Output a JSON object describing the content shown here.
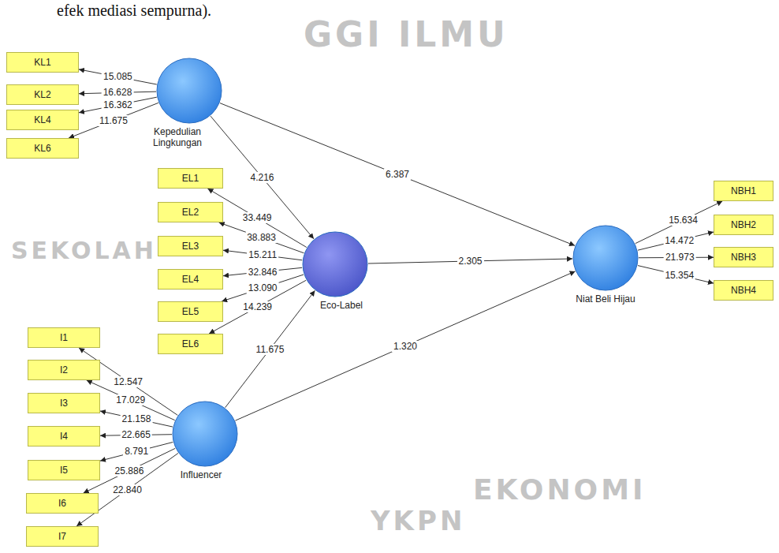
{
  "diagram": {
    "nodes": [
      {
        "text": [
          "KL1"
        ]
      },
      {
        "text": [
          "KL2"
        ]
      },
      {
        "text": [
          "KL4"
        ]
      },
      {
        "text": [
          "KL6"
        ]
      },
      {
        "text": [
          "Kepedulian Lingkungan"
        ]
      },
      {
        "text": [
          "EL1"
        ]
      },
      {
        "text": [
          "EL2"
        ]
      },
      {
        "text": [
          "EL3"
        ]
      },
      {
        "text": [
          "EL4"
        ]
      },
      {
        "text": [
          "EL5"
        ]
      },
      {
        "text": [
          "EL6"
        ]
      },
      {
        "text": [
          "Eco-Label"
        ]
      },
      {
        "text": [
          "Niat Beli Hijau"
        ]
      },
      {
        "text": [
          "NBH1"
        ]
      },
      {
        "text": [
          "NBH2"
        ]
      },
      {
        "text": [
          "NBH3"
        ]
      },
      {
        "text": [
          "NBH4"
        ]
      },
      {
        "text": [
          "I1"
        ]
      },
      {
        "text": [
          "I2"
        ]
      },
      {
        "text": [
          "I3"
        ]
      },
      {
        "text": [
          "I4"
        ]
      },
      {
        "text": [
          "I5"
        ]
      },
      {
        "text": [
          "I6"
        ]
      },
      {
        "text": [
          "I7"
        ]
      },
      {
        "text": [
          "Influencer"
        ]
      }
    ],
    "edges": [
      {
        "from": 4,
        "to": 0,
        "arrow": "to",
        "label": "15.085"
      },
      {
        "from": 4,
        "to": 1,
        "arrow": "to",
        "label": "16.628"
      },
      {
        "from": 4,
        "to": 2,
        "arrow": "to",
        "label": "16.362"
      },
      {
        "from": 4,
        "to": 3,
        "arrow": "to",
        "label": "11.675"
      },
      {
        "from": 11,
        "to": 5,
        "arrow": "to",
        "label": "33.449"
      },
      {
        "from": 11,
        "to": 6,
        "arrow": "to",
        "label": "38.883"
      },
      {
        "from": 11,
        "to": 7,
        "arrow": "to",
        "label": "15.211"
      },
      {
        "from": 11,
        "to": 8,
        "arrow": "to",
        "label": "32.846"
      },
      {
        "from": 11,
        "to": 9,
        "arrow": "to",
        "label": "13.090"
      },
      {
        "from": 11,
        "to": 10,
        "arrow": "to",
        "label": "14.239"
      },
      {
        "from": 12,
        "to": 13,
        "arrow": "to",
        "label": "15.634"
      },
      {
        "from": 12,
        "to": 14,
        "arrow": "to",
        "label": "14.472"
      },
      {
        "from": 12,
        "to": 15,
        "arrow": "to",
        "label": "21.973"
      },
      {
        "from": 12,
        "to": 16,
        "arrow": "to",
        "label": "15.354"
      },
      {
        "from": 24,
        "to": 17,
        "arrow": "to",
        "label": "12.547"
      },
      {
        "from": 24,
        "to": 18,
        "arrow": "to",
        "label": "17.029"
      },
      {
        "from": 24,
        "to": 19,
        "arrow": "to",
        "label": "21.158"
      },
      {
        "from": 24,
        "to": 20,
        "arrow": "to",
        "label": "22.665"
      },
      {
        "from": 24,
        "to": 21,
        "arrow": "to",
        "label": "8.791"
      },
      {
        "from": 24,
        "to": 22,
        "arrow": "to",
        "label": "25.886"
      },
      {
        "from": 24,
        "to": 23,
        "arrow": "to",
        "label": "22.840"
      },
      {
        "from": 4,
        "to": 11,
        "arrow": "to",
        "label": "4.216"
      },
      {
        "from": 4,
        "to": 12,
        "arrow": "to",
        "label": "6.387"
      },
      {
        "from": 11,
        "to": 12,
        "arrow": "to",
        "label": "2.305"
      },
      {
        "from": 24,
        "to": 11,
        "arrow": "to",
        "label": "11.675"
      },
      {
        "from": 24,
        "to": 12,
        "arrow": "to",
        "label": "1.320"
      }
    ],
    "labels": [
      "efek mediasi sempurna).",
      "GGI ILMU",
      "EKONOMI",
      "YKPN",
      "SEKOLAH"
    ]
  }
}
